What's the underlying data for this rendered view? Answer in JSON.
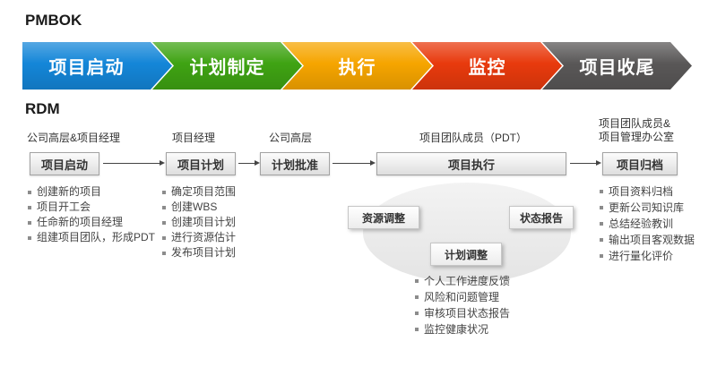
{
  "pmbok": {
    "label": "PMBOK",
    "phases": [
      {
        "label": "项目启动",
        "color": "#1486d8"
      },
      {
        "label": "计划制定",
        "color": "#3fa313"
      },
      {
        "label": "执行",
        "color": "#f6a500"
      },
      {
        "label": "监控",
        "color": "#e83a0d"
      },
      {
        "label": "项目收尾",
        "color": "#595757"
      }
    ]
  },
  "rdm": {
    "label": "RDM",
    "stages": [
      {
        "role": "公司高层&项目经理",
        "box": "项目启动",
        "bullets": [
          "创建新的项目",
          "项目开工会",
          "任命新的项目经理",
          "组建项目团队，形成PDT"
        ]
      },
      {
        "role": "项目经理",
        "box": "项目计划",
        "bullets": [
          "确定项目范围",
          "创建WBS",
          "创建项目计划",
          "进行资源估计",
          "发布项目计划"
        ]
      },
      {
        "role": "公司高层",
        "box": "计划批准",
        "bullets": []
      },
      {
        "role": "项目团队成员（PDT）",
        "box": "项目执行",
        "sub_boxes": [
          "资源调整",
          "状态报告",
          "计划调整"
        ],
        "bullets": [
          "个人工作进度反馈",
          "风险和问题管理",
          "审核项目状态报告",
          "监控健康状况"
        ]
      },
      {
        "role": "项目团队成员&\n项目管理办公室",
        "box": "项目归档",
        "bullets": [
          "项目资料归档",
          "更新公司知识库",
          "总结经验教训",
          "输出项目客观数据",
          "进行量化评价"
        ]
      }
    ]
  }
}
